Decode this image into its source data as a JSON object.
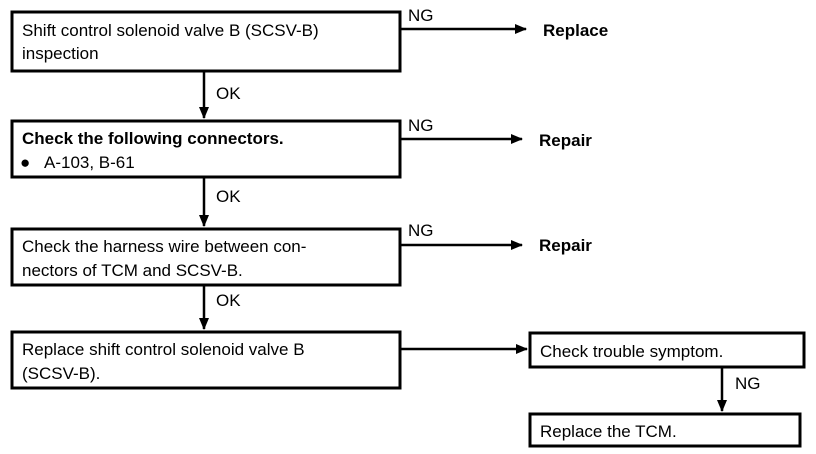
{
  "steps": [
    {
      "lines": [
        "Shift control solenoid valve B (SCSV-B)",
        "inspection"
      ],
      "ng": "NG",
      "ng_result": "Replace",
      "ok": "OK"
    },
    {
      "lines": [
        "Check the following connectors.",
        "A-103, B-61"
      ],
      "bullet": "●",
      "ng": "NG",
      "ng_result": "Repair",
      "ok": "OK"
    },
    {
      "lines": [
        "Check the harness wire between con-",
        "nectors of TCM and SCSV-B."
      ],
      "ng": "NG",
      "ng_result": "Repair",
      "ok": "OK"
    },
    {
      "lines": [
        "Replace shift control solenoid valve B",
        "(SCSV-B)."
      ]
    }
  ],
  "check_box": {
    "label": "Check trouble symptom.",
    "ng": "NG"
  },
  "final_box": {
    "label": "Replace the TCM."
  }
}
